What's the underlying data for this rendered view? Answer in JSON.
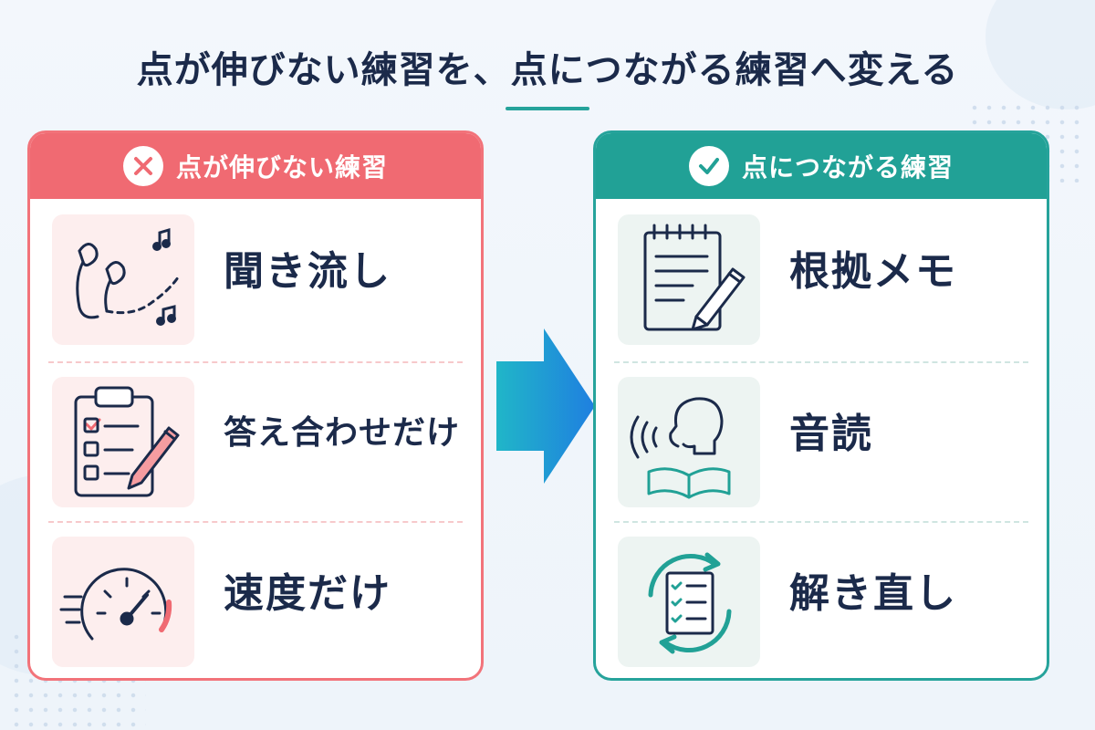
{
  "title": "点が伸びない練習を、点につながる練習へ変える",
  "left_panel": {
    "heading": "点が伸びない練習",
    "items": [
      {
        "label": "聞き流し",
        "icon": "earphones-music-icon"
      },
      {
        "label": "答え合わせだけ",
        "icon": "clipboard-checklist-icon"
      },
      {
        "label": "速度だけ",
        "icon": "speedometer-icon"
      }
    ]
  },
  "right_panel": {
    "heading": "点につながる練習",
    "items": [
      {
        "label": "根拠メモ",
        "icon": "notepad-pencil-icon"
      },
      {
        "label": "音読",
        "icon": "reading-aloud-icon"
      },
      {
        "label": "解き直し",
        "icon": "redo-cycle-icon"
      }
    ]
  },
  "colors": {
    "bad_accent": "#f06a72",
    "good_accent": "#21a196",
    "arrow_start": "#20b6c8",
    "arrow_end": "#1f7fe0",
    "text": "#1b2a4a"
  }
}
